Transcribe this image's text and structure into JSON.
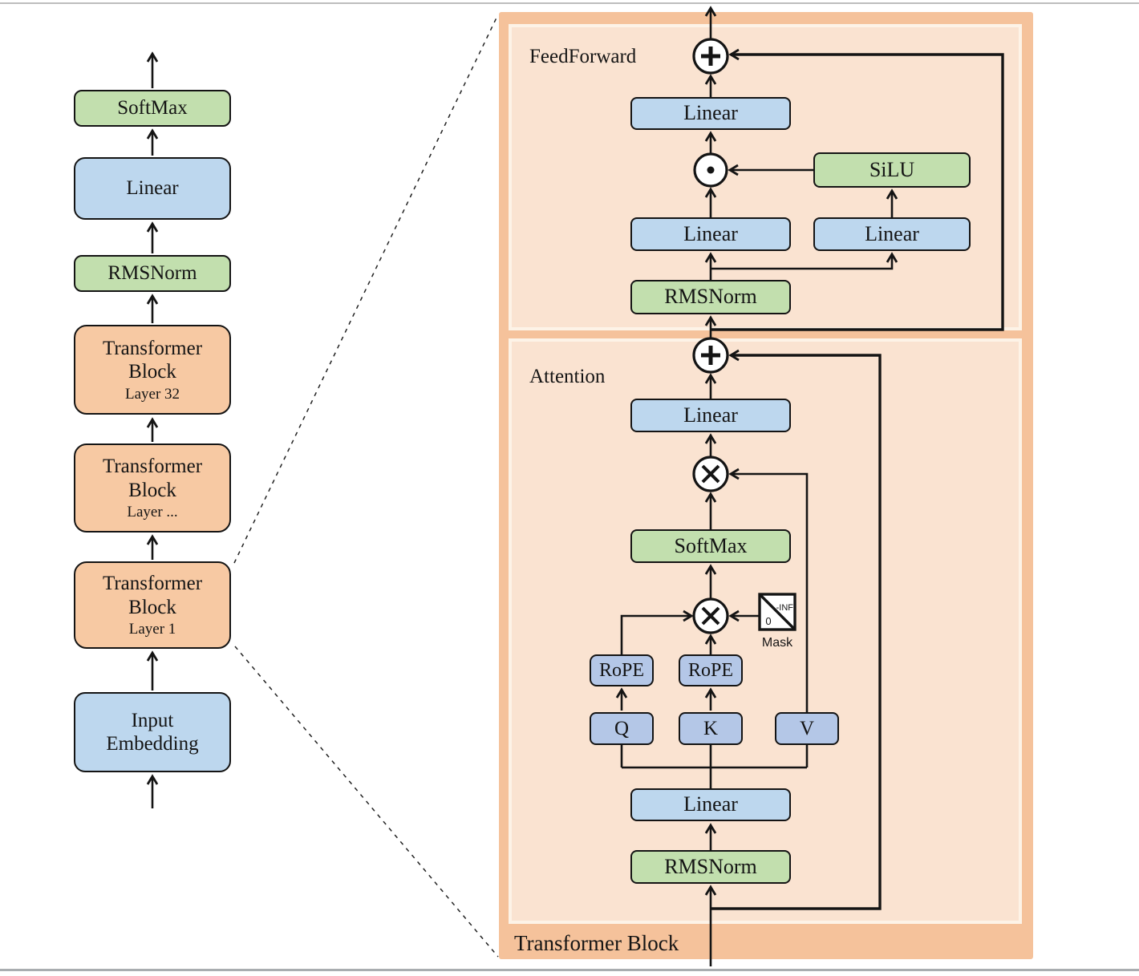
{
  "colors": {
    "lightBlue": "#bdd7ee",
    "medBlue": "#b4c7e7",
    "green": "#c2dfae",
    "orangeBlock": "#f7c9a3",
    "panelOuter": "#f5c29b",
    "panelInner": "#fae3d1",
    "panelInnerBorder": "#fdf3e7",
    "line": "#141414",
    "frameTop": "#bdbdbd",
    "frameBottom": "#a9adb0"
  },
  "left_column": {
    "blocks": [
      {
        "label": "SoftMax"
      },
      {
        "label": "Linear"
      },
      {
        "label": "RMSNorm"
      },
      {
        "label": "Transformer\nBlock",
        "sublabel": "Layer 32"
      },
      {
        "label": "Transformer\nBlock",
        "sublabel": "Layer ..."
      },
      {
        "label": "Transformer\nBlock",
        "sublabel": "Layer 1"
      },
      {
        "label": "Input\nEmbedding"
      }
    ]
  },
  "panel": {
    "title": "Transformer Block",
    "feedforward": {
      "label": "FeedForward",
      "linear_out": "Linear",
      "silu": "SiLU",
      "linear_gate": "Linear",
      "linear_up": "Linear",
      "rmsnorm": "RMSNorm"
    },
    "attention": {
      "label": "Attention",
      "linear_out": "Linear",
      "softmax": "SoftMax",
      "mask": {
        "lower": "0",
        "upper": "-INF",
        "label": "Mask"
      },
      "rope_q": "RoPE",
      "rope_k": "RoPE",
      "q": "Q",
      "k": "K",
      "v": "V",
      "linear_in": "Linear",
      "rmsnorm": "RMSNorm"
    }
  }
}
